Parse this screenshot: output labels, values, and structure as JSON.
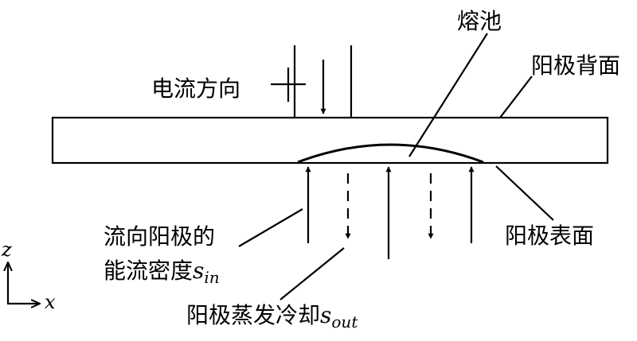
{
  "labels": {
    "molten_pool": "熔池",
    "current_direction": "电流方向",
    "anode_back": "阳极背面",
    "anode_surface": "阳极表面",
    "energy_in_line1": "流向阳极的",
    "energy_in_line2": "能流密度",
    "energy_in_symbol": "s",
    "energy_in_subscript": "in",
    "evap_cooling": "阳极蒸发冷却",
    "evap_symbol": "s",
    "evap_subscript": "out"
  },
  "axes": {
    "vertical": "z",
    "horizontal": "x"
  },
  "colors": {
    "ink": "#000000",
    "background": "#ffffff"
  }
}
